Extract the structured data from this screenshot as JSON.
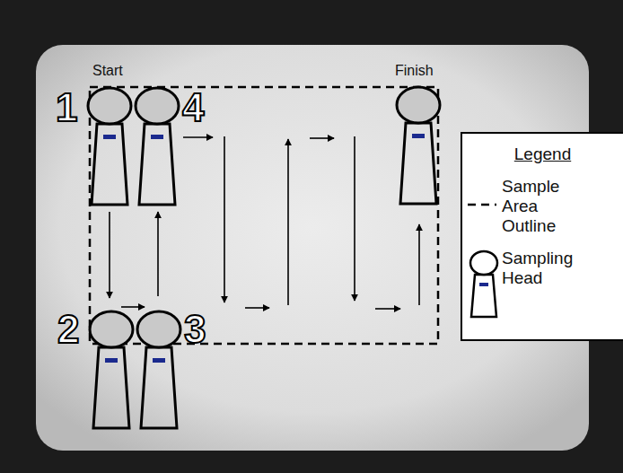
{
  "diagram": {
    "nodes": [
      {
        "text": [
          "Legend"
        ]
      }
    ],
    "labels": [
      "Start",
      "Finish",
      "1",
      "4",
      "2",
      "3"
    ],
    "legend": [
      {
        "text": "Sample Area Outline"
      },
      {
        "text": "Sampling Head"
      }
    ]
  }
}
